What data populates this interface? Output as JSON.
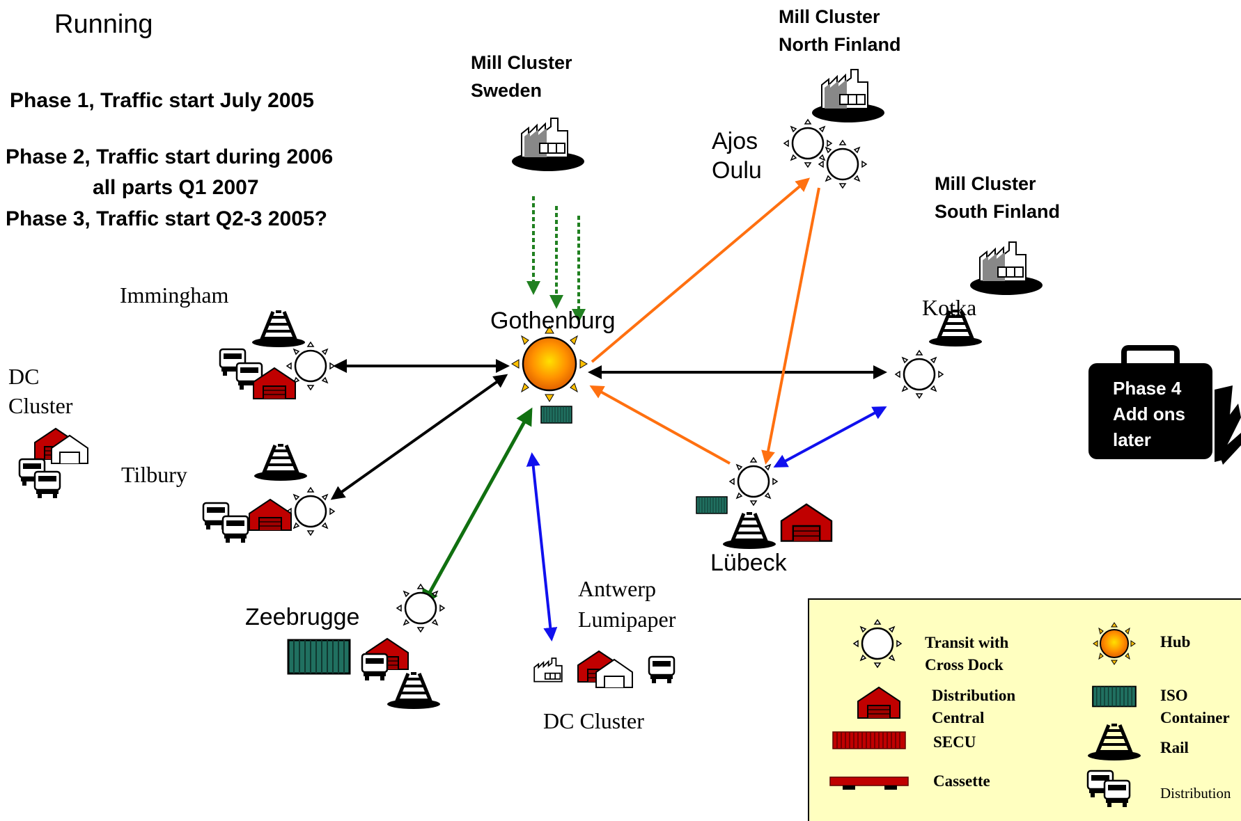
{
  "status": "Running",
  "phases": {
    "phase1": "Phase 1, Traffic start July 2005",
    "phase2": "Phase 2, Traffic start during 2006\n               all parts Q1 2007",
    "phase3": "Phase 3, Traffic start Q2-3 2005?",
    "phase4": "Phase 4\nAdd ons\nlater"
  },
  "mill_clusters": {
    "sweden": "Mill Cluster\nSweden",
    "north_finland": "Mill Cluster\nNorth Finland",
    "south_finland": "Mill Cluster\nSouth Finland"
  },
  "places": {
    "gothenburg": "Gothenburg",
    "ajos_oulu": "Ajos\nOulu",
    "kotka": "Kotka",
    "immingham": "Immingham",
    "tilbury": "Tilbury",
    "dc_cluster_left": "DC\nCluster",
    "zeebrugge": "Zeebrugge",
    "antwerp": "Antwerp\nLumipaper",
    "dc_cluster_bottom": "DC Cluster",
    "lubeck": "Lübeck"
  },
  "legend": {
    "transit": "Transit with\nCross Dock",
    "hub": "Hub",
    "distribution_central": "Distribution\nCentral",
    "iso_container": "ISO\nContainer",
    "secu": "SECU",
    "rail": "Rail",
    "cassette": "Cassette",
    "distribution": "Distribution"
  },
  "colors": {
    "phase1_route": "#000000",
    "phase2_route": "#ff7010",
    "phase3_route": "#1010ee",
    "sweden_feed": "#208020",
    "zeebrugge_route": "#107010",
    "warehouse_red": "#c00000",
    "container_teal": "#207060",
    "legend_bg": "#ffffc0",
    "hub_fill": "#ff9000"
  }
}
